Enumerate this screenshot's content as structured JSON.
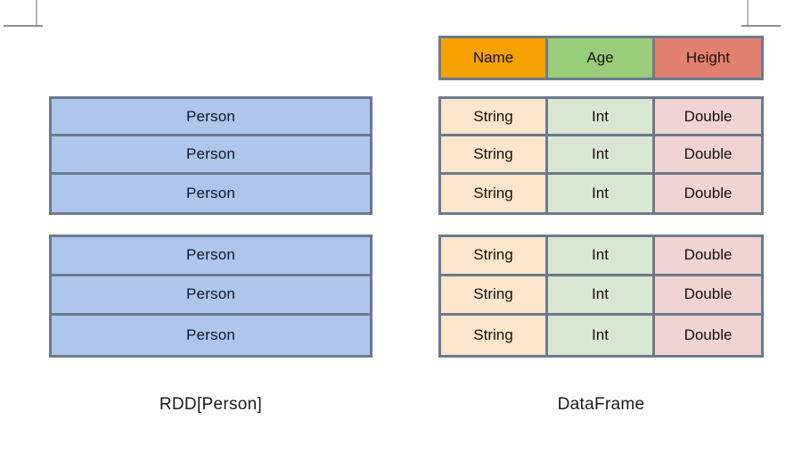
{
  "background": "#fefefc",
  "colors": {
    "rdd_fill": "#aec5ec",
    "rdd_border": "#6b7b8c",
    "header_name": "#f5a102",
    "header_age": "#9acd79",
    "header_height": "#e28171",
    "cell_string": "#fbe5cd",
    "cell_int": "#d9e6d3",
    "cell_double": "#f2d3d3",
    "cell_border": "#6b7b8c",
    "text": "#15100a"
  },
  "rdd": {
    "caption": "RDD[Person]",
    "groups": [
      {
        "rows": [
          "Person",
          "Person",
          "Person"
        ]
      },
      {
        "rows": [
          "Person",
          "Person",
          "Person"
        ]
      }
    ]
  },
  "dataframe": {
    "caption": "DataFrame",
    "columns": [
      "Name",
      "Age",
      "Height"
    ],
    "types": [
      "String",
      "Int",
      "Double"
    ],
    "groups": [
      {
        "rows": [
          [
            "String",
            "Int",
            "Double"
          ],
          [
            "String",
            "Int",
            "Double"
          ],
          [
            "String",
            "Int",
            "Double"
          ]
        ]
      },
      {
        "rows": [
          [
            "String",
            "Int",
            "Double"
          ],
          [
            "String",
            "Int",
            "Double"
          ],
          [
            "String",
            "Int",
            "Double"
          ]
        ]
      }
    ]
  },
  "crop_marks": {
    "top_left": "crop-mark-icon",
    "top_right": "crop-mark-icon"
  }
}
